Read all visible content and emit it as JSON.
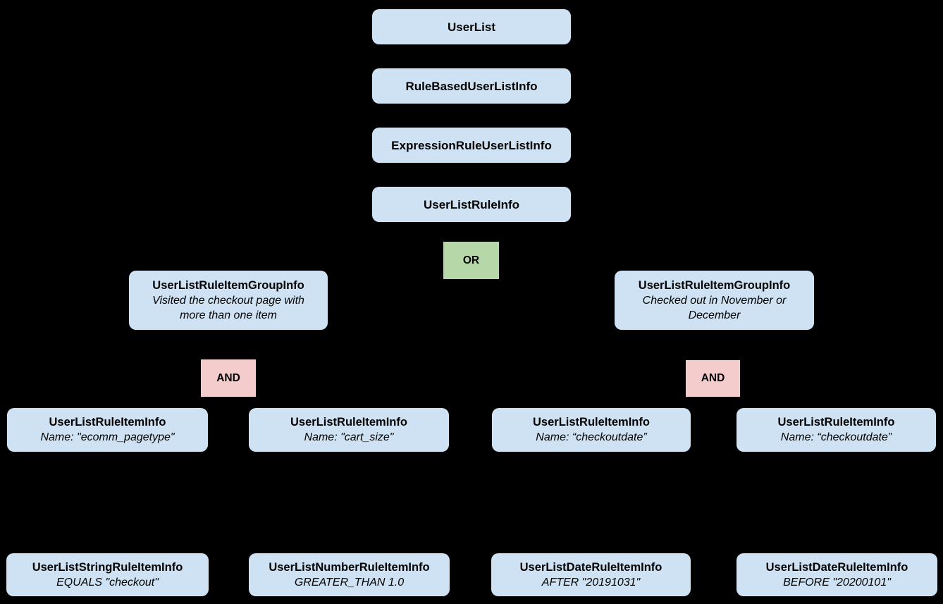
{
  "diagram": {
    "colors": {
      "background": "#000000",
      "node_fill": "#cfe2f3",
      "or_fill": "#b6d7a8",
      "and_fill": "#f4cccc",
      "text": "#000000"
    },
    "or_label": "OR",
    "and_label": "AND",
    "chain": [
      {
        "label": "UserList"
      },
      {
        "label": "RuleBasedUserListInfo"
      },
      {
        "label": "ExpressionRuleUserListInfo"
      },
      {
        "label": "UserListRuleInfo"
      }
    ],
    "groups": [
      {
        "title": "UserListRuleItemGroupInfo",
        "description": "Visited the checkout page with more than one item"
      },
      {
        "title": "UserListRuleItemGroupInfo",
        "description": "Checked out in November or December"
      }
    ],
    "rule_items": [
      {
        "title": "UserListRuleItemInfo",
        "subtitle": "Name: \"ecomm_pagetype\""
      },
      {
        "title": "UserListRuleItemInfo",
        "subtitle": "Name: \"cart_size\""
      },
      {
        "title": "UserListRuleItemInfo",
        "subtitle": "Name: “checkoutdate”"
      },
      {
        "title": "UserListRuleItemInfo",
        "subtitle": "Name: “checkoutdate”"
      }
    ],
    "leaf_items": [
      {
        "title": "UserListStringRuleItemInfo",
        "subtitle": "EQUALS \"checkout\""
      },
      {
        "title": "UserListNumberRuleItemInfo",
        "subtitle": "GREATER_THAN 1.0"
      },
      {
        "title": "UserListDateRuleItemInfo",
        "subtitle": "AFTER \"20191031\""
      },
      {
        "title": "UserListDateRuleItemInfo",
        "subtitle": "BEFORE \"20200101\""
      }
    ]
  }
}
